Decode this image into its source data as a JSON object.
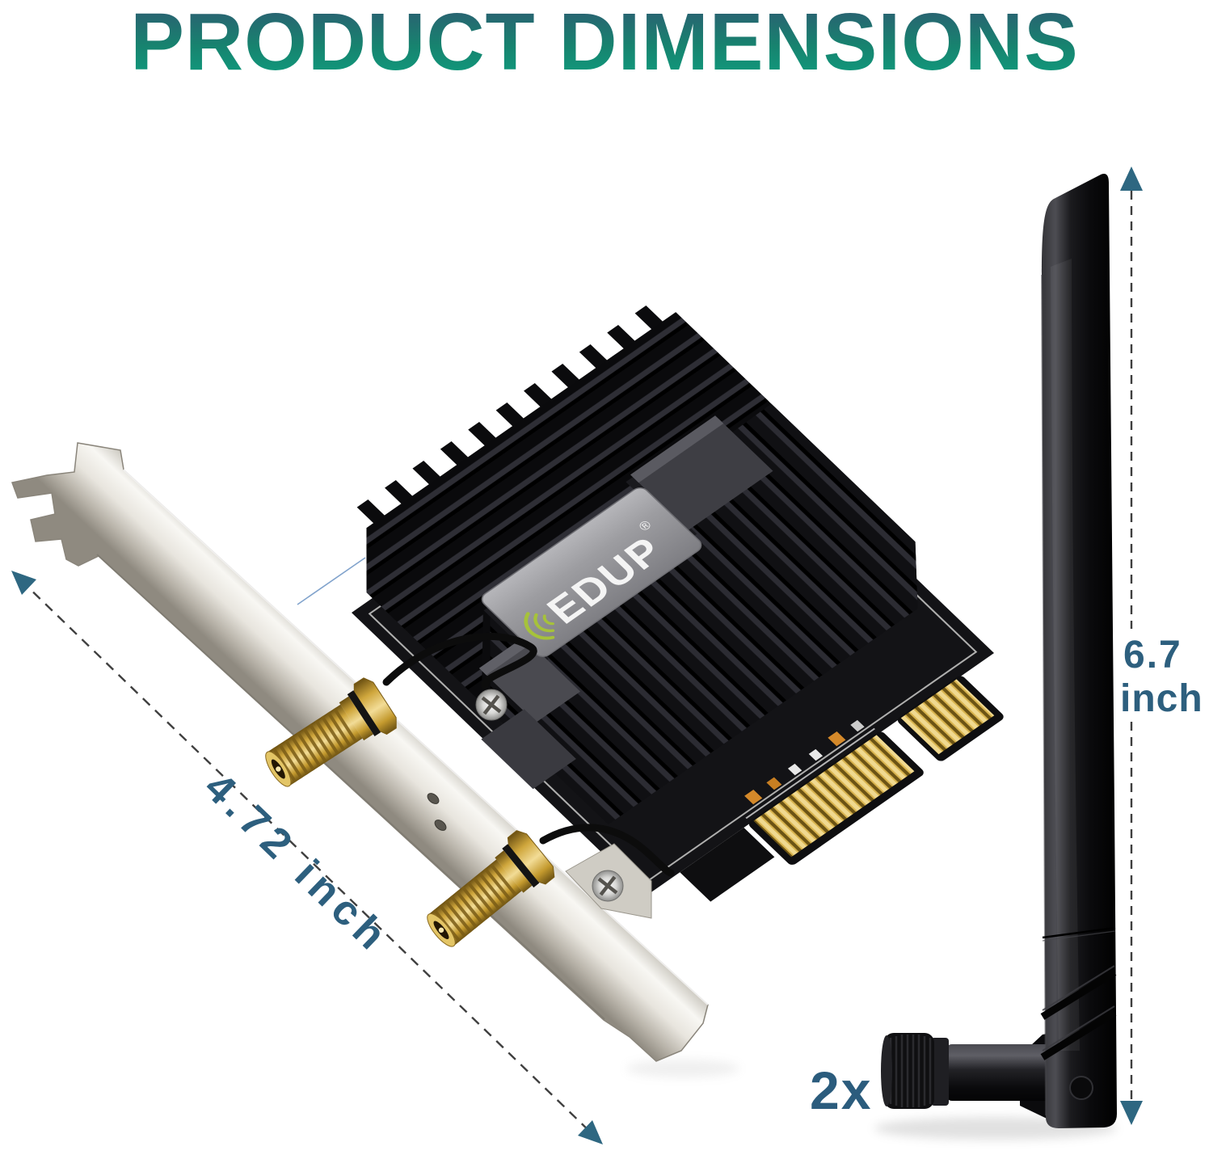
{
  "header": {
    "title": "PRODUCT DIMENSIONS",
    "gradient_top": "#2e5a72",
    "gradient_bottom": "#0f9e7f"
  },
  "brand": {
    "name": "EDUP",
    "registered_mark": "®",
    "logo_icon": "wifi-arcs-icon",
    "logo_arc_color": "#a6c23a"
  },
  "annotations": {
    "bracket_length": "4.72 inch",
    "antenna_length_value": "6.7",
    "antenna_length_unit": "inch",
    "antenna_quantity": "2x",
    "text_color": "#2d5f7e",
    "arrow_color": "#2e6781",
    "dash_color": "#3f3f3f"
  }
}
